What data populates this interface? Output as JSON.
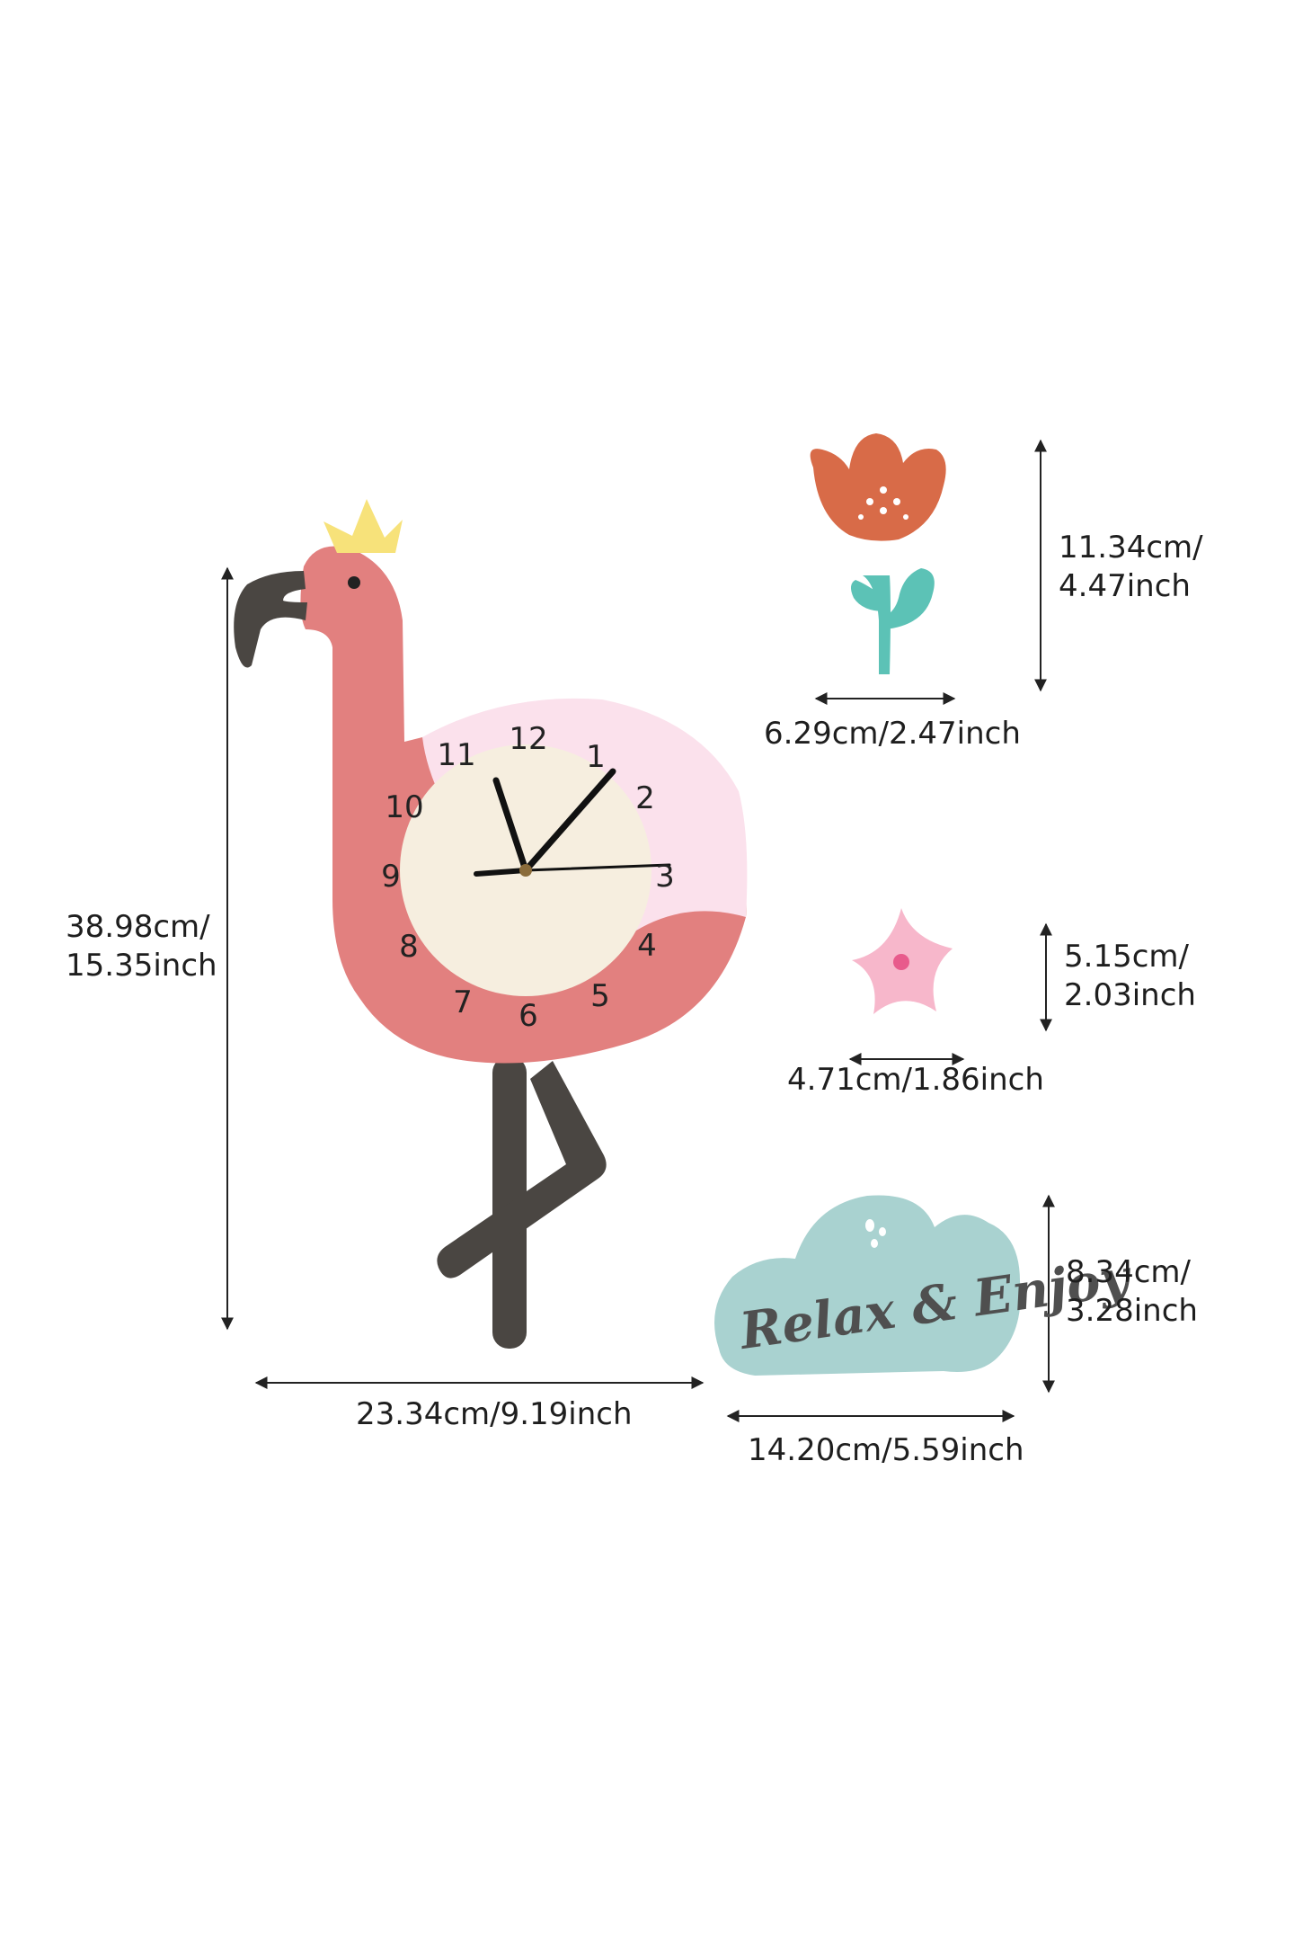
{
  "colors": {
    "flamingo_body": "#e2807f",
    "wing": "#fbe1ec",
    "clock_face": "#f6eedf",
    "beak_leg": "#4a4642",
    "crown": "#f7e27a",
    "flower_head": "#d86b48",
    "stem": "#5cc2b6",
    "small_flower": "#f7b7cb",
    "small_flower_center": "#e85b8c",
    "cloud": "#a9d2d0",
    "text": "#1e1e1e"
  },
  "clock": {
    "numbers": [
      "12",
      "1",
      "2",
      "3",
      "4",
      "5",
      "6",
      "7",
      "8",
      "9",
      "10",
      "11"
    ]
  },
  "dimensions": {
    "flamingo_height": [
      "38.98cm/",
      "15.35inch"
    ],
    "flamingo_width": "23.34cm/9.19inch",
    "flower_height": [
      "11.34cm/",
      "4.47inch"
    ],
    "flower_width": "6.29cm/2.47inch",
    "small_flower_height": [
      "5.15cm/",
      "2.03inch"
    ],
    "small_flower_width": "4.71cm/1.86inch",
    "cloud_height": [
      "8.34cm/",
      "3.28inch"
    ],
    "cloud_width": "14.20cm/5.59inch"
  },
  "cloud_label": "Relax & Enjoy"
}
